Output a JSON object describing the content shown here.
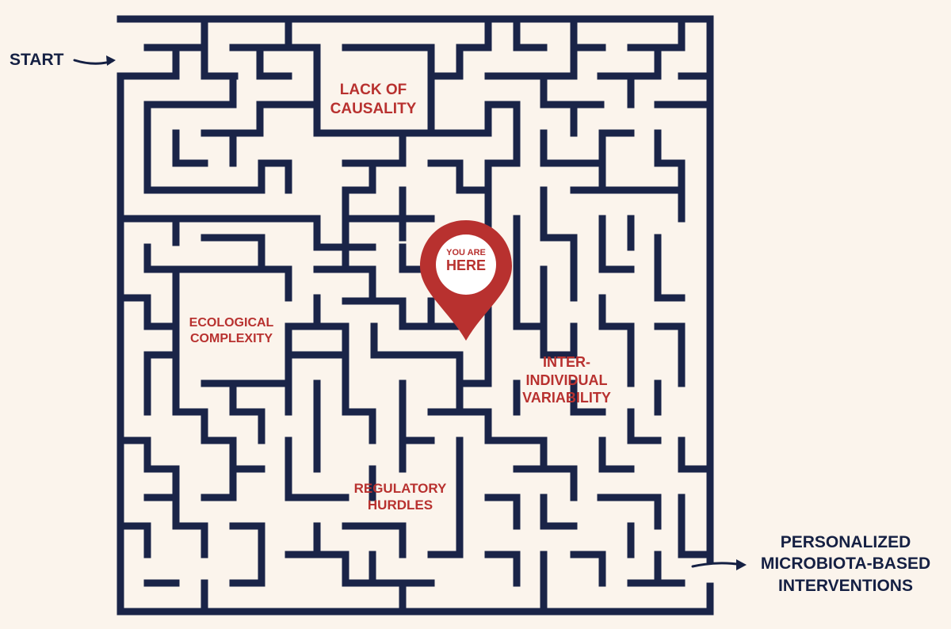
{
  "start": {
    "label": "START"
  },
  "goal": {
    "lines": [
      "PERSONALIZED",
      "MICROBIOTA-BASED",
      "INTERVENTIONS"
    ]
  },
  "obstacles": {
    "causality": [
      "LACK OF",
      "CAUSALITY"
    ],
    "ecological": [
      "ECOLOGICAL",
      "COMPLEXITY"
    ],
    "regulatory": [
      "REGULATORY",
      "HURDLES"
    ],
    "inter_individual": [
      "INTER-",
      "INDIVIDUAL",
      "VARIABILITY"
    ]
  },
  "marker": {
    "line1": "YOU ARE",
    "line2": "HERE"
  },
  "colors": {
    "background": "#fbf4ec",
    "maze_walls": "#1a2448",
    "highlight": "#b8312f",
    "navy_text": "#152043"
  },
  "icons": [
    "start-arrow-icon",
    "goal-arrow-icon",
    "location-pin-icon"
  ]
}
